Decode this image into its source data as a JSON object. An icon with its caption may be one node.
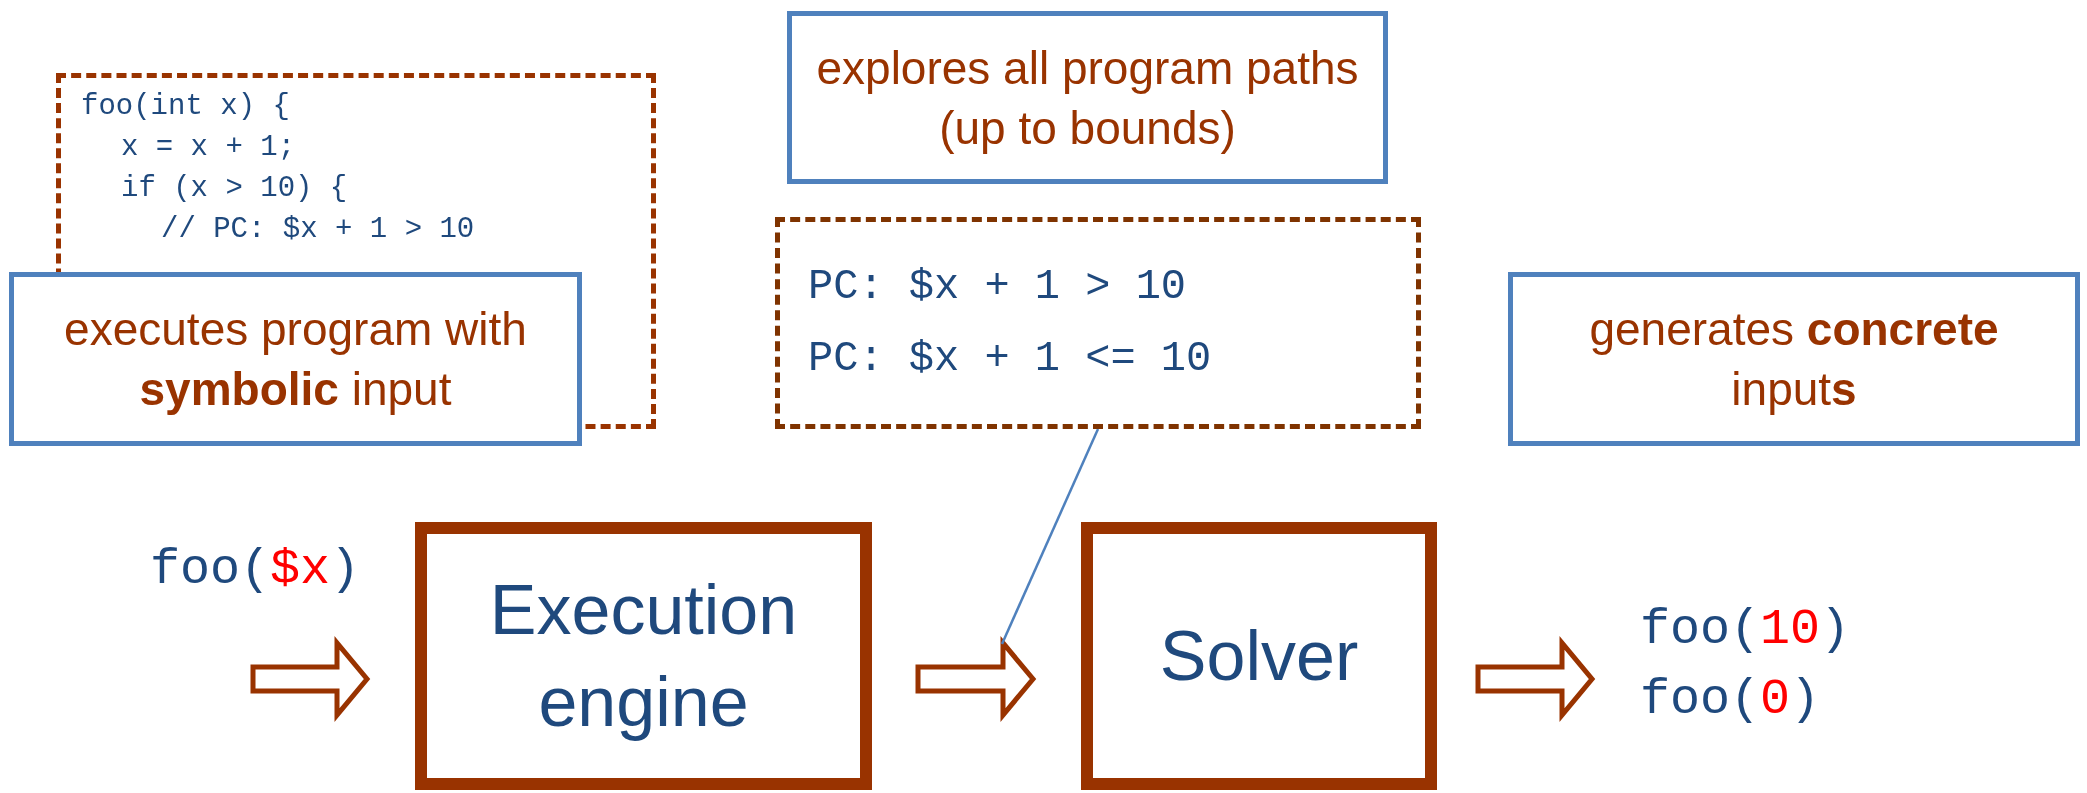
{
  "diagram": {
    "nodes": [
      {
        "text": [
          "foo(int x) {",
          "x = x + 1;",
          "if (x > 10) {",
          "// PC: $x + 1 > 10"
        ]
      },
      {
        "text": [
          "executes program with **symbolic** input"
        ]
      },
      {
        "text": [
          "explores all program paths (up to bounds)"
        ]
      },
      {
        "text": [
          "PC: $x + 1 > 10",
          "PC: $x + 1 <= 10"
        ]
      },
      {
        "text": [
          "generates **concrete** input**s**"
        ]
      },
      {
        "text": [
          "foo($x)"
        ]
      },
      {
        "text": [
          "Execution engine"
        ]
      },
      {
        "text": [
          "Solver"
        ]
      },
      {
        "text": [
          "foo(10)",
          "foo(0)"
        ]
      }
    ],
    "edges": [
      {
        "from": 5,
        "to": 6,
        "arrow": "to"
      },
      {
        "from": 6,
        "to": 7,
        "arrow": "to"
      },
      {
        "from": 7,
        "to": 8,
        "arrow": "to"
      },
      {
        "from": 3,
        "to": null,
        "arrow": "none",
        "color": "#4f81bd"
      }
    ]
  }
}
